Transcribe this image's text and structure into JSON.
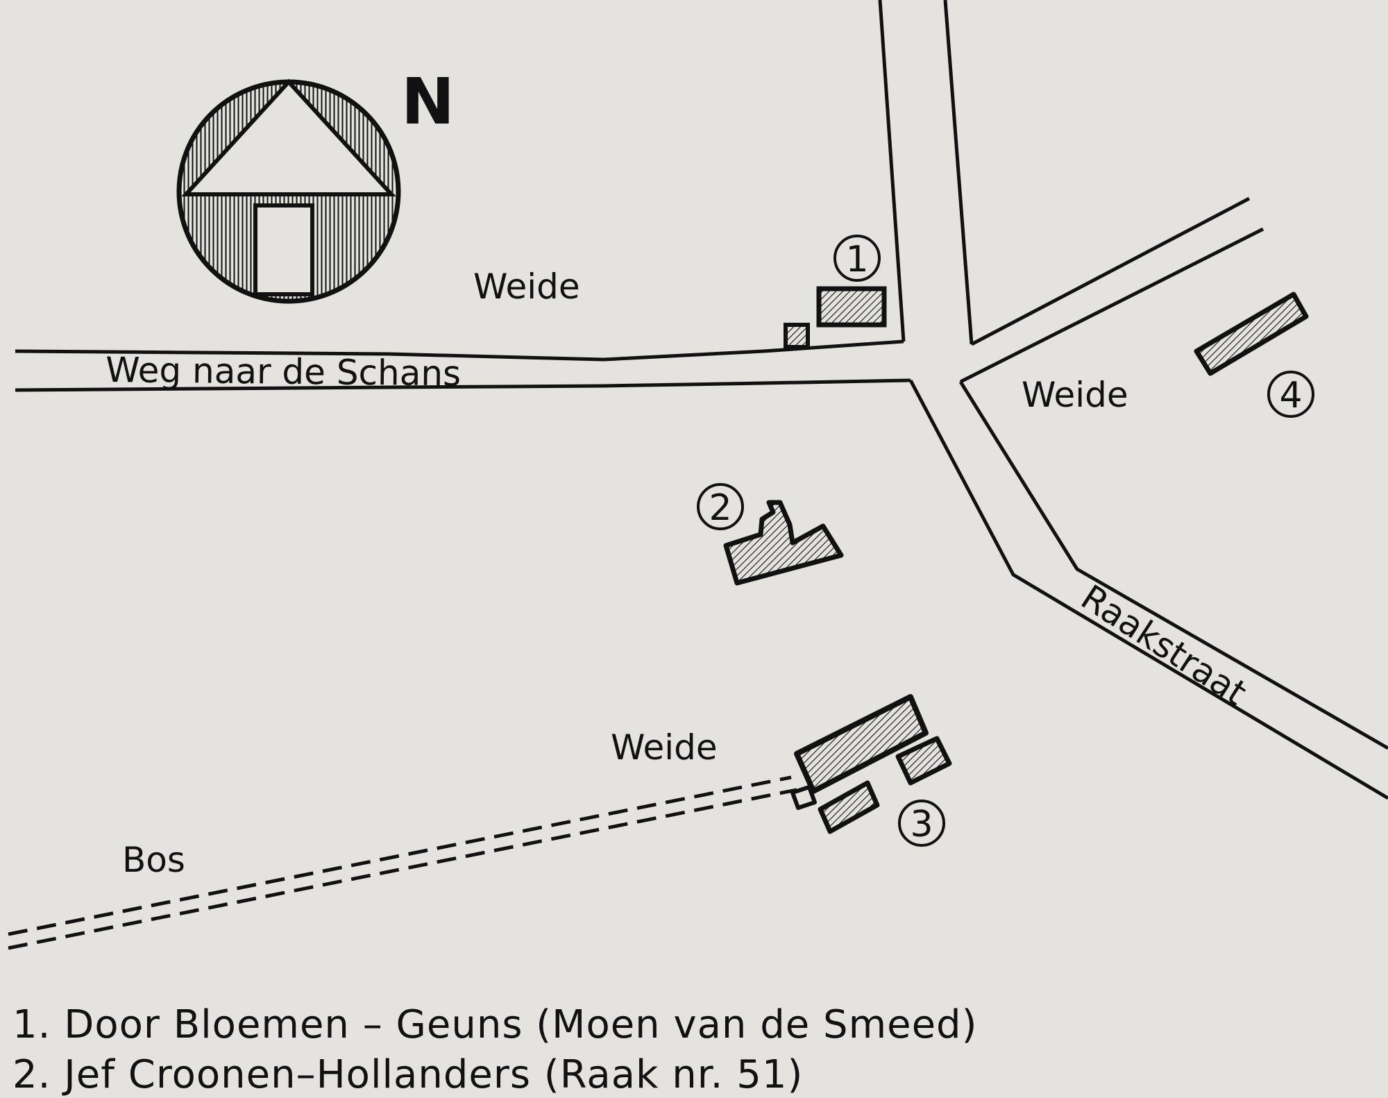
{
  "map": {
    "north_label": "N",
    "places": {
      "weide_1": "Weide",
      "weide_2": "Weide",
      "weide_3": "Weide",
      "bos": "Bos"
    },
    "roads": {
      "weg_naar_de_schans": "Weg naar de Schans",
      "raakstraat": "Raakstraat"
    },
    "markers": [
      "1",
      "2",
      "3",
      "4"
    ]
  },
  "legend": {
    "items": [
      "1. Door Bloemen – Geuns (Moen van de Smeed)",
      "2. Jef Croonen–Hollanders (Raak nr. 51)"
    ]
  },
  "colors": {
    "paper": "#e4e3df",
    "ink": "#111111"
  }
}
